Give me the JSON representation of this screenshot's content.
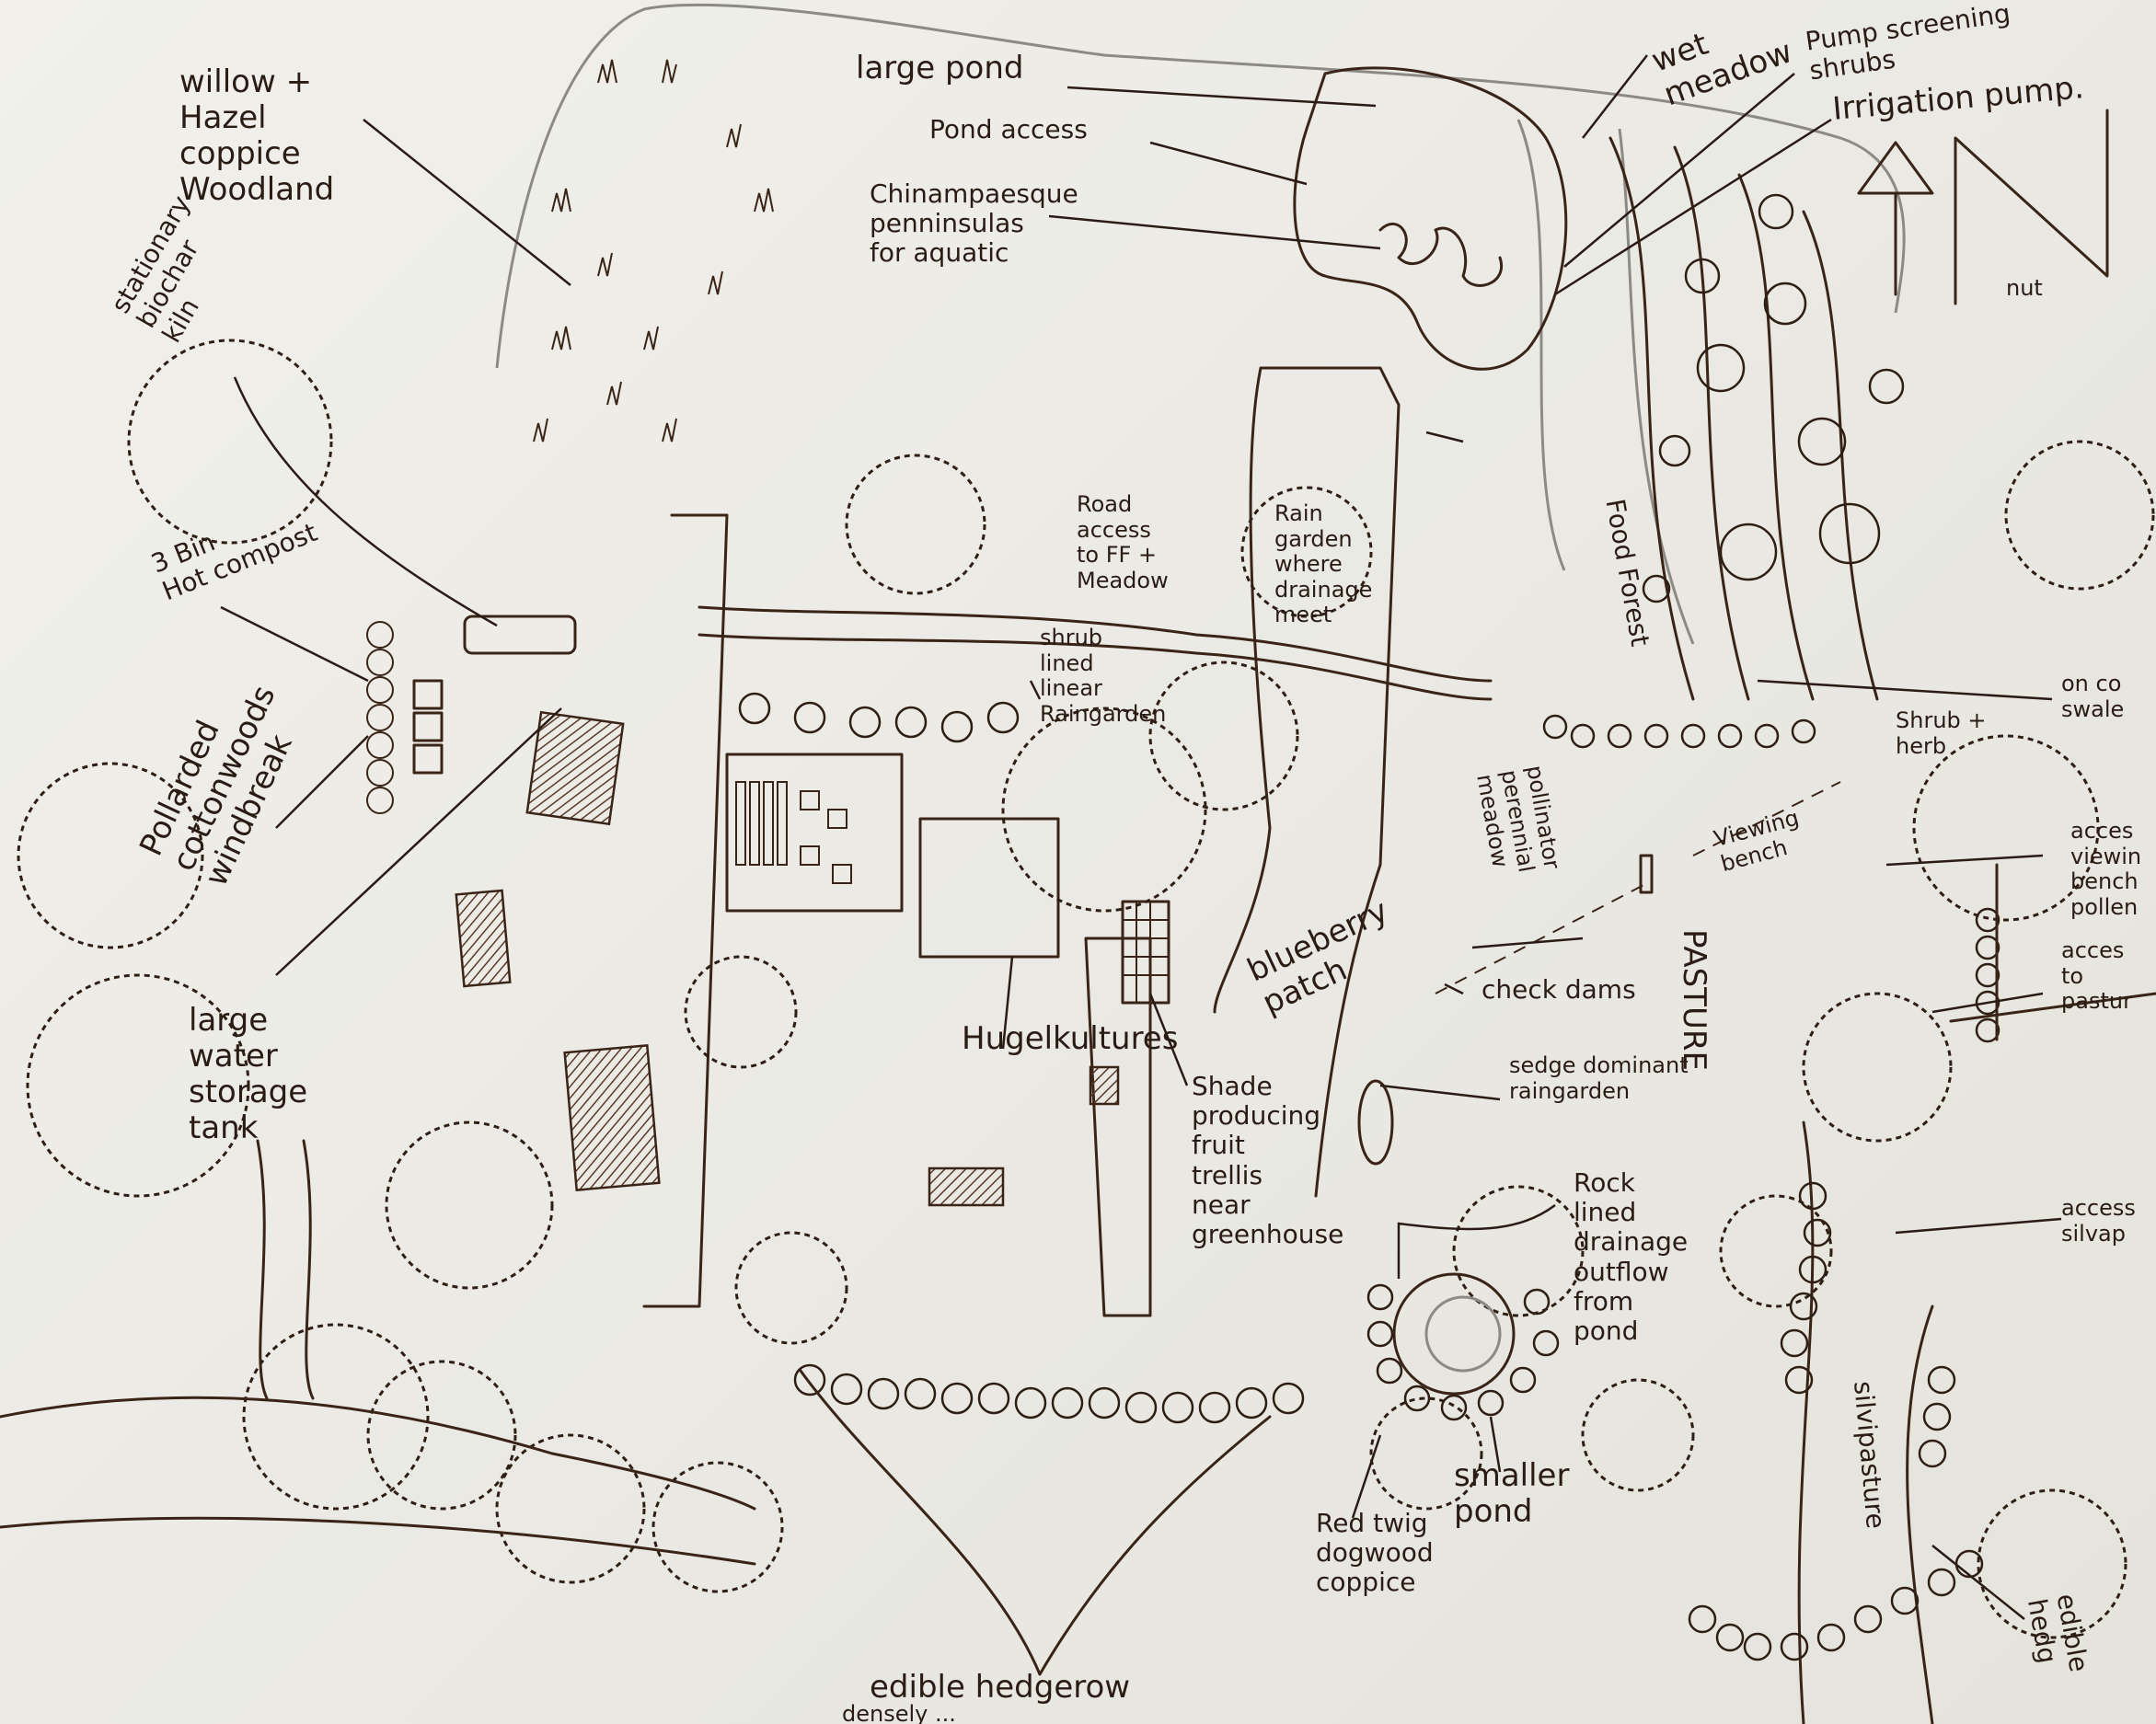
{
  "labels": {
    "willow": "willow +\nHazel\ncoppice\nWoodland",
    "biochar": "stationary\nbiochar\nkiln",
    "hot_compost": "3 Bin\nHot compost",
    "cottonwoods": "Pollarded\ncottonwoods\nwindbreak",
    "water_tank": "large\nwater\nstorage\ntank",
    "large_pond": "large pond",
    "pond_access": "Pond access",
    "chinampa": "Chinampaesque\npenninsulas\nfor aquatic",
    "wet_meadow": "wet\nmeadow",
    "pump_screening": "Pump screening\nshrubs",
    "irrigation_pump": "Irrigation pump.",
    "nut": "nut",
    "road_access": "Road\naccess\nto FF +\nMeadow",
    "rain_garden": "Rain\ngarden\nwhere\ndrainage\nmeet",
    "food_forest": "Food Forest",
    "shrub_raingarden": "shrub\nlined\nlinear\nRaingarden",
    "on_swale": "on co\nswale",
    "shrub_herb": "Shrub +\nherb",
    "pollinator_meadow": "pollinator\nperennial\nmeadow",
    "viewing_bench": "Viewing\nbench",
    "access_viewing": "acces\nviewin\nbench\npollen",
    "blueberry": "blueberry\npatch",
    "check_dams": "check dams",
    "pasture": "PASTURE",
    "access_pasture": "acces\nto\npastur",
    "hugelkultures": "Hugelkultures",
    "shade_trellis": "Shade\nproducing\nfruit\ntrellis\nnear\ngreenhouse",
    "sedge_raingarden": "sedge dominant\nraingarden",
    "rock_drainage": "Rock\nlined\ndrainage\noutflow\nfrom\npond",
    "access_silvo": "access\nsilvap",
    "silvopasture": "silvipasture",
    "smaller_pond": "smaller\npond",
    "red_twig": "Red twig\ndogwood\ncoppice",
    "edible_hedgerow": "edible hedgerow",
    "densely": "densely ...",
    "edible_hedge_right": "edible\nhedg"
  },
  "colors": {
    "ink": "#3a2418",
    "paper": "#ecebe6",
    "pencil": "#8d8a85"
  },
  "icons": {
    "north_arrow": "north-arrow-icon"
  }
}
